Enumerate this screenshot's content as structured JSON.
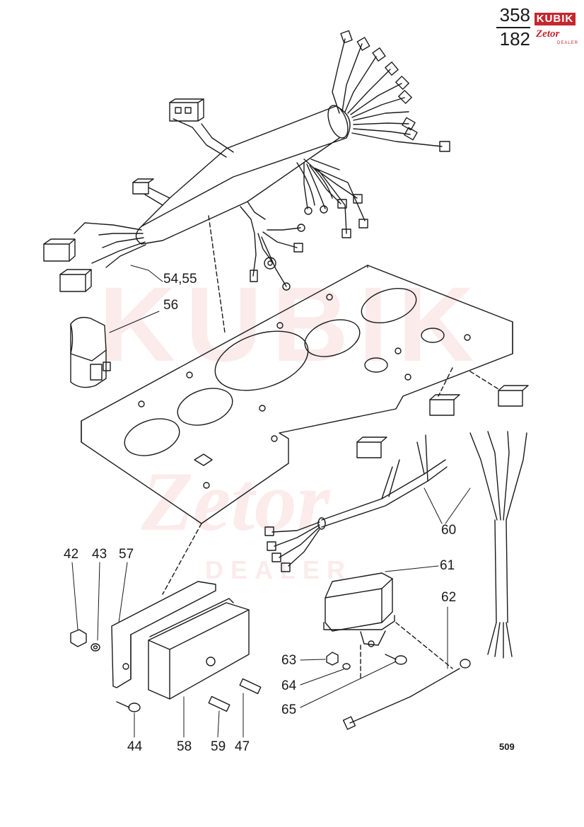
{
  "header": {
    "page_number_top": "358",
    "page_number_bottom": "182",
    "logo": {
      "brand": "KUBIK",
      "sub_brand": "Zetor",
      "tagline": "DEALER"
    }
  },
  "watermark": {
    "line1": "KUBIK",
    "line2": "Zetor",
    "line3": "DEALER"
  },
  "callouts": {
    "c54_55": "54,55",
    "c56": "56",
    "c42": "42",
    "c43": "43",
    "c57": "57",
    "c44": "44",
    "c58": "58",
    "c59": "59",
    "c47": "47",
    "c60": "60",
    "c61": "61",
    "c62": "62",
    "c63": "63",
    "c64": "64",
    "c65": "65"
  },
  "sheet_code": "509",
  "colors": {
    "line": "#1a1a1a",
    "watermark": "#d63c3c",
    "logo_red": "#c6262e"
  }
}
